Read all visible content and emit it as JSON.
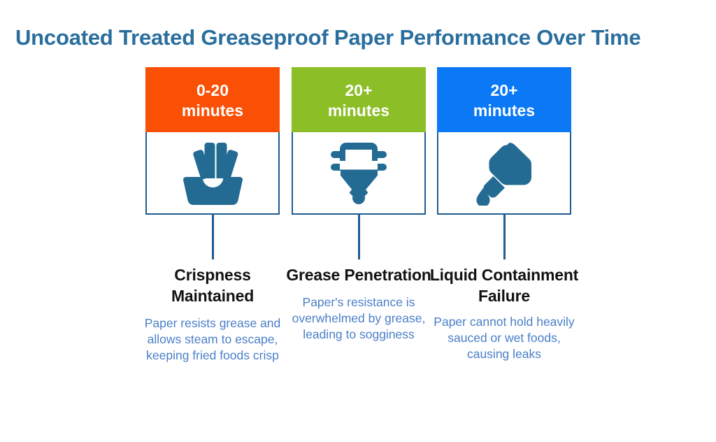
{
  "page": {
    "title": "Uncoated Treated Greaseproof Paper Performance Over Time",
    "background": "#ffffff"
  },
  "colors": {
    "title_text": "#2a6e9e",
    "card_border": "#1f5c92",
    "icon": "#246b94",
    "heading_text": "#121212",
    "description_text": "#4a7fc8",
    "header_text": "#ffffff",
    "stage_orange": "#fa5005",
    "stage_green": "#8cbe27",
    "stage_blue": "#0b79f5"
  },
  "stages": [
    {
      "id": "crispness-maintained",
      "time_line1": "0-20",
      "time_line2": "minutes",
      "header_color": "#fa5005",
      "icon": "french-fries-icon",
      "heading": "Crispness Maintained",
      "description": "Paper resists grease and allows steam to escape, keeping fried foods crisp"
    },
    {
      "id": "grease-penetration",
      "time_line1": "20+",
      "time_line2": "minutes",
      "header_color": "#8cbe27",
      "icon": "soaked-container-drip-icon",
      "heading": "Grease Penetration",
      "description": "Paper's resistance is overwhelmed by grease, leading to sogginess"
    },
    {
      "id": "liquid-containment-failure",
      "time_line1": "20+",
      "time_line2": "minutes",
      "header_color": "#0b79f5",
      "icon": "sauce-bottle-drip-icon",
      "heading": "Liquid Containment Failure",
      "description": "Paper cannot hold heavily sauced or wet foods, causing leaks"
    }
  ]
}
